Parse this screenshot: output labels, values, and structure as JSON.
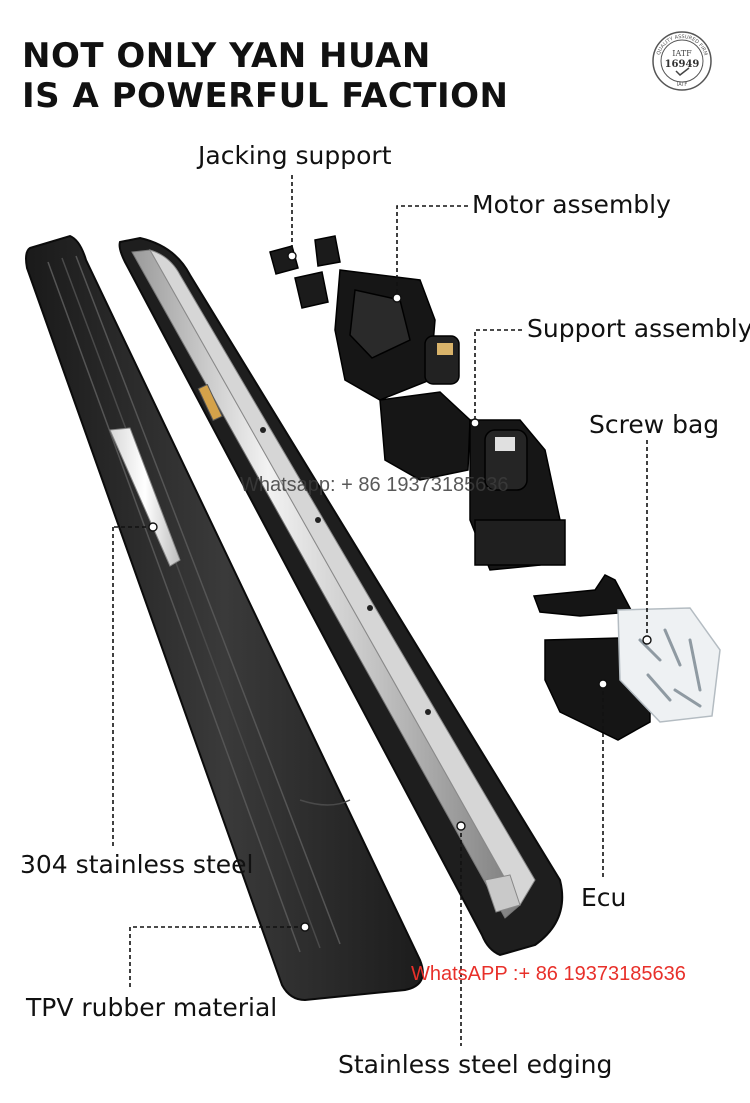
{
  "headline": {
    "line1": "NOT ONLY YAN HUAN",
    "line2": "IS A POWERFUL FACTION"
  },
  "badge": {
    "ring_text": "QUALITY ASSURED FIRM",
    "name": "IATF",
    "number": "16949",
    "footer": "IATF"
  },
  "labels": {
    "jacking_support": "Jacking support",
    "motor_assembly": "Motor assembly",
    "support_assembly": "Support assembly",
    "screw_bag": "Screw bag",
    "stainless_304": "304 stainless steel",
    "ecu": "Ecu",
    "tpv_rubber": "TPV rubber material",
    "stainless_edging": "Stainless steel edging"
  },
  "watermarks": {
    "center": "Whatsapp: + 86 19373185636",
    "bottom": "WhatsAPP :+ 86 19373185636",
    "bottom_color": "#e8302a"
  }
}
